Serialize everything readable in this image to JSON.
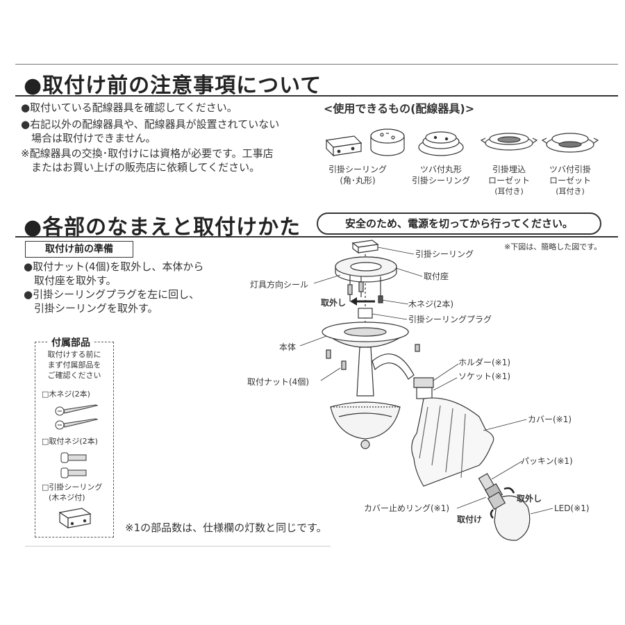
{
  "section1": {
    "title": "●取付け前の注意事項について",
    "notes": [
      "●取付いている配線器具を確認してください。",
      "●右記以外の配線器具や、配線器具が設置されていない",
      "　場合は取付けできません。",
      "※配線器具の交換･取付けには資格が必要です。工事店",
      "　またはお買い上げの販売店に依頼してください。"
    ],
    "usable_heading": "<使用できるもの(配線器具)>",
    "devices": [
      {
        "line1": "引掛シーリング",
        "line2": "(角･丸形)",
        "icon": "square-ceiling-icon"
      },
      {
        "line1": "ツバ付丸形",
        "line2": "引掛シーリング",
        "icon": "flanged-ceiling-icon"
      },
      {
        "line1": "引掛埋込",
        "line2": "ローゼット",
        "line3": "(耳付き)",
        "icon": "embedded-rosette-icon"
      },
      {
        "line1": "ツバ付引掛",
        "line2": "ローゼット",
        "line3": "(耳付き)",
        "icon": "flanged-rosette-icon"
      }
    ]
  },
  "section2": {
    "title": "●各部のなまえと取付けかた",
    "safety": "安全のため、電源を切ってから行ってください。",
    "prep_heading": "取付け前の準備",
    "prep_lines": [
      "●取付ナット(4個)を取外し、本体から",
      "　取付座を取外す。",
      "●引掛シーリングプラグを左に回し、",
      "　引掛シーリングを取外す。"
    ],
    "accessories": {
      "title": "付属部品",
      "intro": [
        "取付けする前に",
        "まず付属部品を",
        "ご確認ください"
      ],
      "wood_screws": "□木ネジ(2本)",
      "mount_screws": "□取付ネジ(2本)",
      "ceiling": "□引掛シーリング",
      "ceiling_sub": "(木ネジ付)"
    },
    "footnote": "※1の部品数は、仕様欄の灯数と同じです。",
    "diagram_note": "※下図は、簡略した図です。",
    "labels": {
      "ceiling": "引掛シーリング",
      "base": "取付座",
      "seal": "灯具方向シール",
      "remove_arrow": "取外し",
      "wood_screw": "木ネジ(2本)",
      "plug": "引掛シーリングプラグ",
      "body": "本体",
      "nut": "取付ナット(4個)",
      "holder": "ホルダー(※1)",
      "socket": "ソケット(※1)",
      "cover": "カバー(※1)",
      "packing": "パッキン(※1)",
      "ring": "カバー止めリング(※1)",
      "led": "LED(※1)",
      "remove": "取外し",
      "attach": "取付け"
    }
  }
}
